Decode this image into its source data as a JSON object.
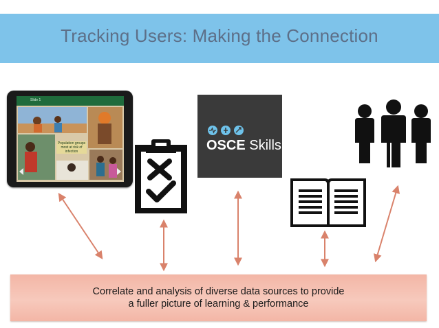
{
  "header": {
    "title": "Tracking Users: Making the Connection",
    "background_color": "#7ec3ea",
    "text_color": "#5d6f88"
  },
  "tablet": {
    "icon": "tablet-icon",
    "header_text": "Slide 1",
    "caption": "Population groups most at risk of infection"
  },
  "checklist": {
    "icon": "clipboard-checklist-icon"
  },
  "osce": {
    "icon": "osce-skills-logo",
    "name_bold": "OSCE",
    "name_light": " Skills"
  },
  "book": {
    "icon": "open-book-icon"
  },
  "people": {
    "icon": "people-group-icon"
  },
  "arrows": {
    "color": "#d9826b",
    "style": "double-headed"
  },
  "footer": {
    "line1": "Correlate and analysis of diverse data sources to provide",
    "line2": "a fuller picture of learning & performance",
    "background_color": "#f5bfb0"
  }
}
